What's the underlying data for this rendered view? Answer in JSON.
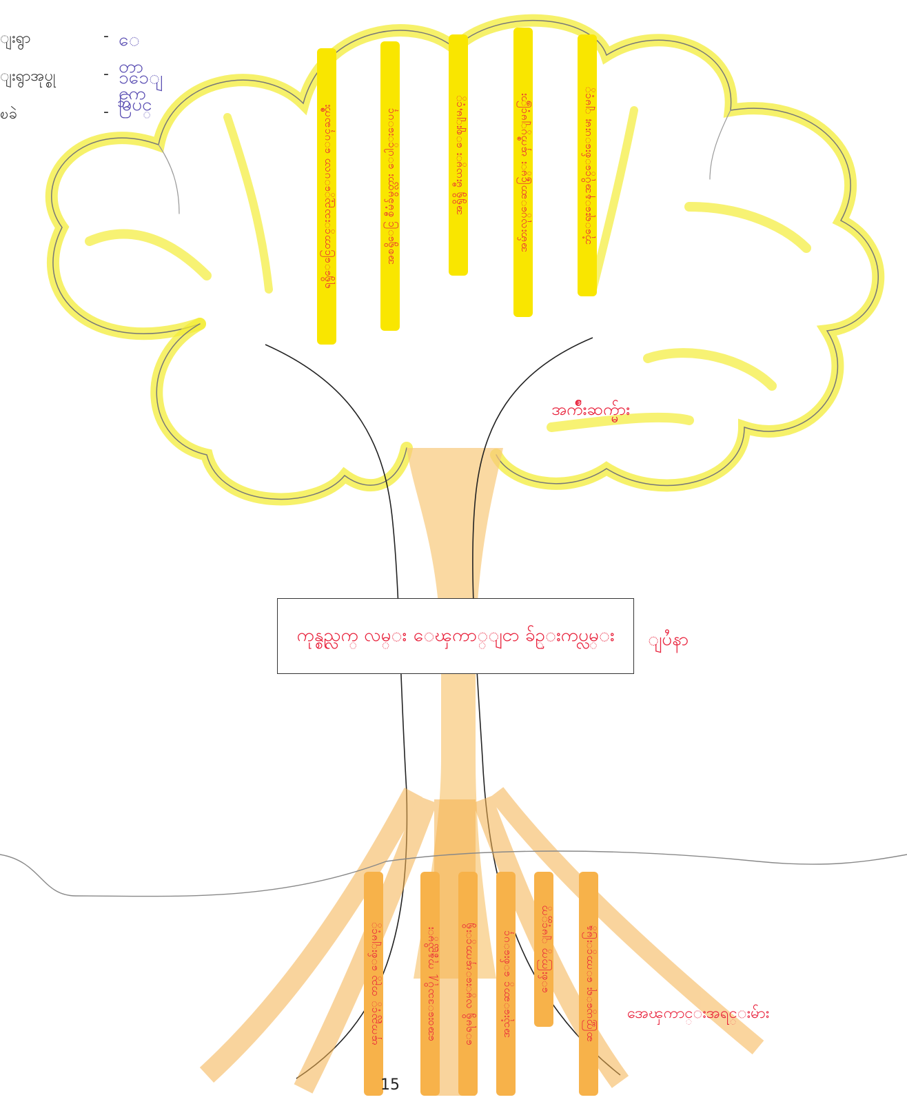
{
  "header_form": {
    "fields": [
      {
        "label": "ျးရွာ",
        "value": "ေတာင္ဘက"
      },
      {
        "label": "ျးရွာအုပ္စု",
        "value": "၁၁ေျမြပင္"
      },
      {
        "label": "ၿခဲ",
        "value": ""
      }
    ]
  },
  "tree": {
    "center_label": "ကုန္စည္လက္ လမ္း ေၾကာ္ျငာ ခ်ဥ္းကပ္လမ္း",
    "problem_label": "ျပႆနာ",
    "leaves_label": "အက်ိဳးဆက္မ်ား",
    "roots_label": "အေၾကာင္းအရင္းမ်ား",
    "leaf_strips": [
      {
        "text": "ရရွိေငြေတာင္းသည့္ေပလာ ေပၚႀကိဳး"
      },
      {
        "text": "အစရွိေငြ စီမံခ်မွတ္လား ေပါင္းေပၚ"
      },
      {
        "text": "အရွိရွိ မီးယမ္း ေဈးျမႇင့္"
      },
      {
        "text": "အမ်ားလုပ္ေဆာင္စြမ္း ၾကဳပ္ျမင့္ထြား"
      },
      {
        "text": "ဘုံေရႊေနအပိုင္ေစ်းေပးမႈ ျမင့္"
      }
    ],
    "root_strips": [
      {
        "text": "ၾကည္လင့္ တည္ ေစ်းျမင့္"
      },
      {
        "text": "အေဝးေဒသပို႔ ကုန္စည္သိမ္း"
      },
      {
        "text": "ေရမရွိ လမ္းေၾကာင္းရွိ"
      },
      {
        "text": "အသုံးေဆာင္ ေစ်းေပၚ"
      },
      {
        "text": "ေစ်းကြက္ ျမင့္တက္"
      },
      {
        "text": "ဆက္သြယ္ေရး ေကာင္းမြန္"
      }
    ]
  },
  "page_number": "15",
  "colors": {
    "leaf_yellow": "#f5ea00",
    "root_orange": "#f7b24a",
    "ink_red": "#e8203a",
    "ink_purple": "#5b4fb3"
  }
}
